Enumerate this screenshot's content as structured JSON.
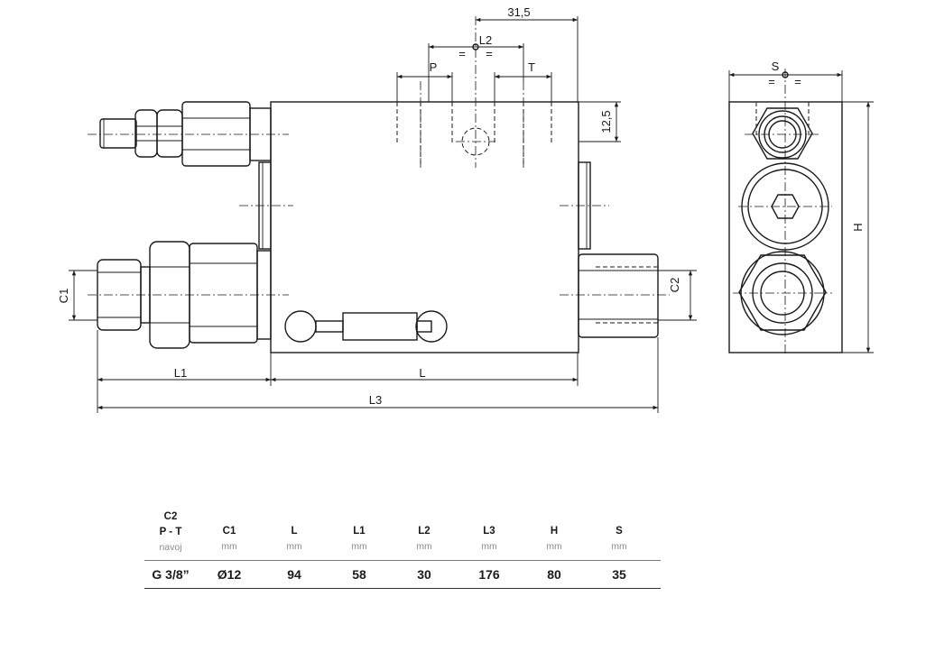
{
  "drawing": {
    "dimensions": {
      "d31_5": "31,5",
      "l2": "L2",
      "p": "P",
      "t": "T",
      "d12_5": "12,5",
      "c1": "C1",
      "c2": "C2",
      "l1": "L1",
      "l": "L",
      "l3": "L3",
      "s": "S",
      "h": "H"
    }
  },
  "table": {
    "headers": [
      {
        "line1": "C2",
        "line2": "P - T",
        "unit": "navoj"
      },
      {
        "name": "C1",
        "unit": "mm"
      },
      {
        "name": "L",
        "unit": "mm"
      },
      {
        "name": "L1",
        "unit": "mm"
      },
      {
        "name": "L2",
        "unit": "mm"
      },
      {
        "name": "L3",
        "unit": "mm"
      },
      {
        "name": "H",
        "unit": "mm"
      },
      {
        "name": "S",
        "unit": "mm"
      }
    ],
    "row": [
      "G 3/8”",
      "Ø12",
      "94",
      "58",
      "30",
      "176",
      "80",
      "35"
    ]
  }
}
